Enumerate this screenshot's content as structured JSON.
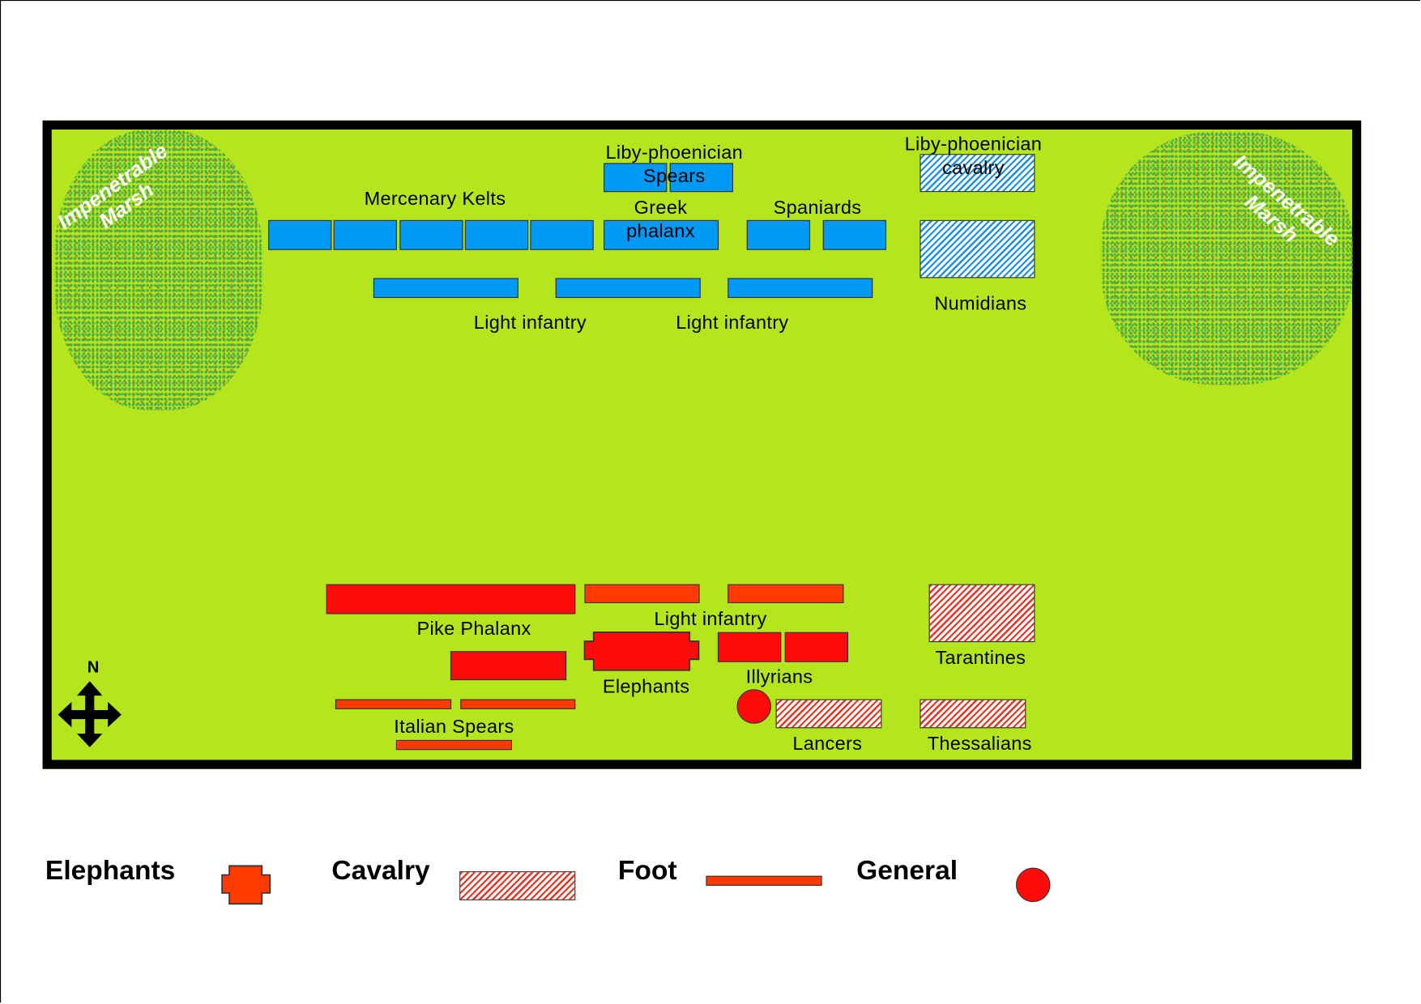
{
  "map": {
    "marsh_label_line1": "Impenetrable",
    "marsh_label_line2": "Marsh",
    "north_label": "N",
    "carthaginian": {
      "mercenary_kelts": "Mercenary Kelts",
      "liby_spears_line1": "Liby-phoenician",
      "liby_spears_line2": "Spears",
      "greek_line1": "Greek",
      "greek_line2": "phalanx",
      "spaniards": "Spaniards",
      "liby_cavalry_line1": "Liby-phoenician",
      "liby_cavalry_line2": "cavalry",
      "numidians": "Numidians",
      "light_infantry_1": "Light infantry",
      "light_infantry_2": "Light infantry"
    },
    "epirote": {
      "pike_phalanx": "Pike Phalanx",
      "light_infantry": "Light infantry",
      "tarantines": "Tarantines",
      "elephants": "Elephants",
      "illyrians": "Illyrians",
      "italian_spears": "Italian Spears",
      "lancers": "Lancers",
      "thessalians": "Thessalians"
    }
  },
  "legend": {
    "elephants": "Elephants",
    "cavalry": "Cavalry",
    "foot": "Foot",
    "general": "General"
  },
  "colors": {
    "field": "#b5e61d",
    "blue_army": "#0099f5",
    "red_army": "#ff0a0a",
    "light_foot": "#ff3a00"
  }
}
